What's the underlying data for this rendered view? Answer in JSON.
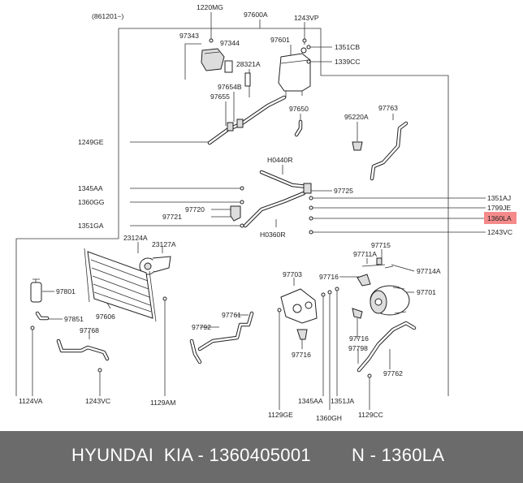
{
  "diagram": {
    "ref_code": "(861201−)",
    "highlight_color": "#f58a8a",
    "highlighted_label": "1360LA",
    "labels": {
      "p1220MG": "1220MG",
      "p97600A": "97600A",
      "p1243VP": "1243VP",
      "p97343": "97343",
      "p97344": "97344",
      "p97601": "97601",
      "p1351CB": "1351CB",
      "p28321A": "28321A",
      "p1339CC": "1339CC",
      "p97654B": "97654B",
      "p97655": "97655",
      "p97650": "97650",
      "p95220A": "95220A",
      "p97763": "97763",
      "p1249GE": "1249GE",
      "pH0440R": "H0440R",
      "p1345AA_a": "1345AA",
      "p97725": "97725",
      "p1360GG": "1360GG",
      "p1351AJ": "1351AJ",
      "p1799JE": "1799JE",
      "p97720": "97720",
      "p97721": "97721",
      "p1360LA": "1360LA",
      "p1351GA": "1351GA",
      "pH0360R": "H0360R",
      "p1243VC_a": "1243VC",
      "p23124A": "23124A",
      "p23127A": "23127A",
      "p97715": "97715",
      "p97711A": "97711A",
      "p97714A": "97714A",
      "p97703": "97703",
      "p97716_a": "97716",
      "p97801": "97801",
      "p97701": "97701",
      "p97606": "97606",
      "p97761": "97761",
      "p97851": "97851",
      "p97792": "97792",
      "p97768": "97768",
      "p97716_b": "97716",
      "p97716_c": "97716",
      "p97798": "97798",
      "p97762": "97762",
      "p1124VA": "1124VA",
      "p1243VC_b": "1243VC",
      "p1129AM": "1129AM",
      "p1345AA_b": "1345AA",
      "p1351JA": "1351JA",
      "p1360GH": "1360GH",
      "p1129GE": "1129GE",
      "p1129CC": "1129CC"
    }
  },
  "footer": {
    "left_text": "HYUNDAI  KIA - 1360405001",
    "right_text": "N - 1360LA"
  }
}
